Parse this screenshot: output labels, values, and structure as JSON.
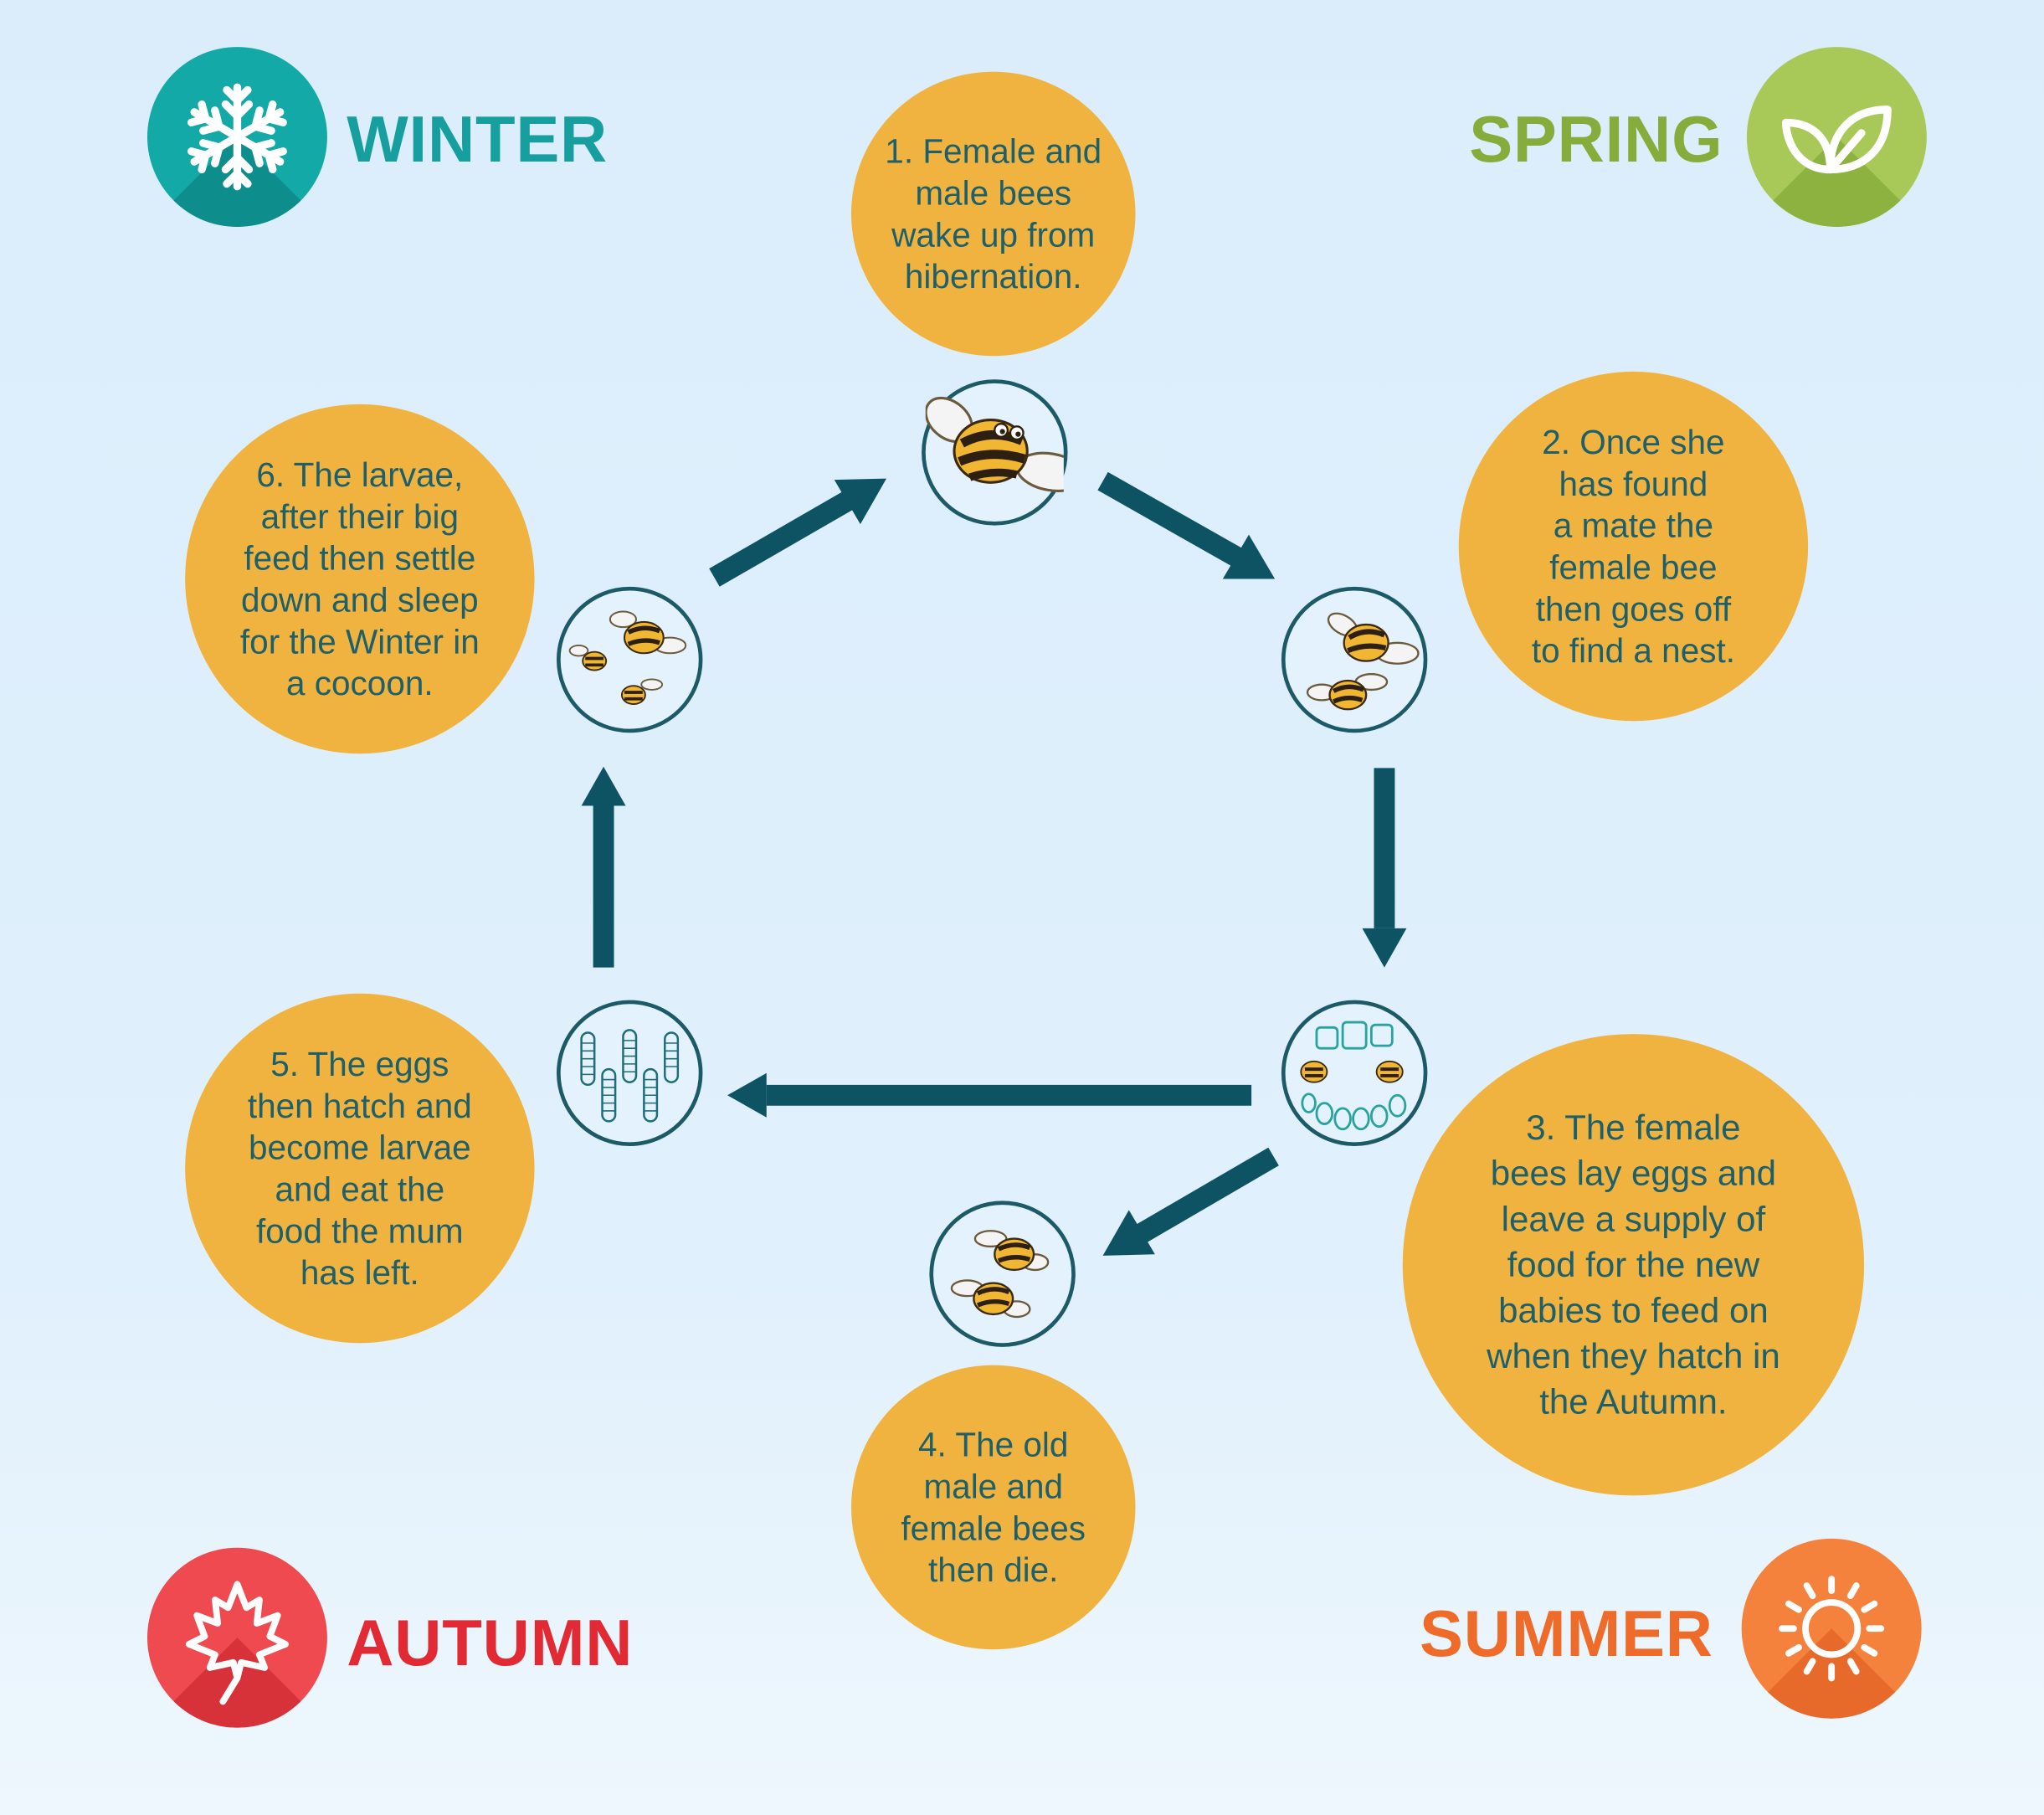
{
  "seasons": {
    "winter": {
      "label": "WINTER",
      "icon": "snowflake-icon",
      "color": "#12a9a6",
      "text_color": "#179e9e"
    },
    "spring": {
      "label": "SPRING",
      "icon": "leaf-icon",
      "color": "#a8c957",
      "text_color": "#86ad3c"
    },
    "summer": {
      "label": "SUMMER",
      "icon": "sun-icon",
      "color": "#f4823d",
      "text_color": "#ee6b2a"
    },
    "autumn": {
      "label": "AUTUMN",
      "icon": "maple-leaf-icon",
      "color": "#ee4a50",
      "text_color": "#e22a34"
    }
  },
  "steps": [
    {
      "text": "1. Female and\nmale bees\nwake up from\nhibernation."
    },
    {
      "text": "2. Once she\nhas found\na mate the\nfemale bee\nthen goes off\nto find a nest."
    },
    {
      "text": "3. The female\nbees lay eggs and\nleave a supply of\nfood for the new\nbabies to feed on\nwhen they hatch in\nthe Autumn."
    },
    {
      "text": "4. The old\nmale and\nfemale bees\nthen die."
    },
    {
      "text": "5. The eggs\nthen hatch and\nbecome larvae\nand eat the\nfood the mum\nhas left."
    },
    {
      "text": "6. The larvae,\nafter their big\nfeed then settle\ndown and sleep\nfor the Winter in\na cocoon."
    }
  ],
  "illustrations": [
    {
      "icon": "large-bee-icon"
    },
    {
      "icon": "two-bees-icon"
    },
    {
      "icon": "eggs-and-honey-jars-icon"
    },
    {
      "icon": "old-bees-icon"
    },
    {
      "icon": "larvae-icon"
    },
    {
      "icon": "sleeping-bees-icon"
    }
  ],
  "colors": {
    "step_circle": "#f0b33f",
    "step_text": "#1d5f6b",
    "arrow": "#0d5364",
    "background": "#dcedfb"
  }
}
